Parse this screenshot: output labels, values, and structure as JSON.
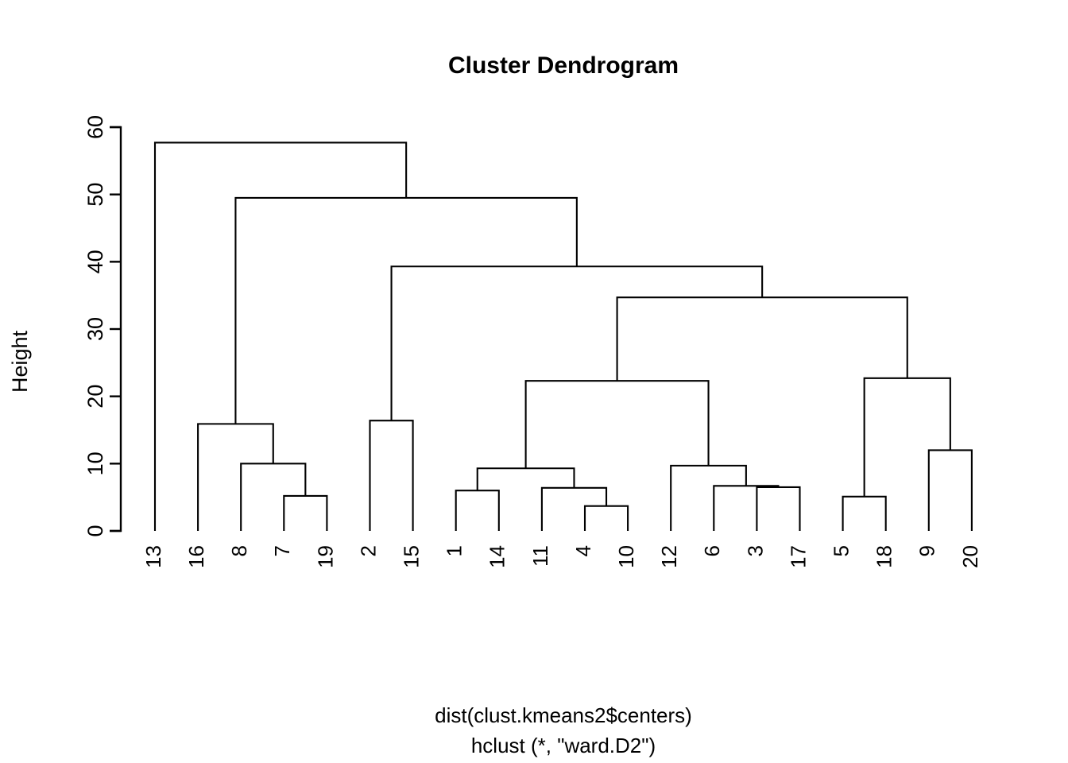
{
  "plot": {
    "title": "Cluster Dendrogram",
    "ylabel": "Height",
    "caption_line1": "dist(clust.kmeans2$centers)",
    "caption_line2": "hclust (*, \"ward.D2\")",
    "line_color": "#000000",
    "background_color": "#ffffff"
  },
  "chart_data": {
    "type": "dendrogram",
    "title": "Cluster Dendrogram",
    "xlabel": "",
    "ylabel": "Height",
    "sub_caption": [
      "dist(clust.kmeans2$centers)",
      "hclust (*, \"ward.D2\")"
    ],
    "method": "ward.D2",
    "distance": "dist(clust.kmeans2$centers)",
    "ylim": [
      0,
      60
    ],
    "yticks": [
      0,
      10,
      20,
      30,
      40,
      50,
      60
    ],
    "ytick_labels": [
      "0",
      "10",
      "20",
      "30",
      "40",
      "50",
      "60"
    ],
    "grid": false,
    "legend": "none",
    "n_leaves": 20,
    "leaf_order": [
      "13",
      "16",
      "8",
      "7",
      "19",
      "2",
      "15",
      "1",
      "14",
      "11",
      "4",
      "10",
      "12",
      "6",
      "3",
      "17",
      "5",
      "18",
      "9",
      "20"
    ],
    "leaf_labels": [
      "13",
      "16",
      "8",
      "7",
      "19",
      "2",
      "15",
      "1",
      "14",
      "11",
      "4",
      "10",
      "12",
      "6",
      "3",
      "17",
      "5",
      "18",
      "9",
      "20"
    ],
    "merges": [
      {
        "id": "m1",
        "left": "7",
        "right": "19",
        "height": 5.2
      },
      {
        "id": "m2",
        "left": "8",
        "right": "m1",
        "height": 10.0
      },
      {
        "id": "m3",
        "left": "16",
        "right": "m2",
        "height": 15.9
      },
      {
        "id": "m4",
        "left": "2",
        "right": "15",
        "height": 16.4
      },
      {
        "id": "m5",
        "left": "1",
        "right": "14",
        "height": 6.0
      },
      {
        "id": "m6",
        "left": "4",
        "right": "10",
        "height": 3.7
      },
      {
        "id": "m7",
        "left": "11",
        "right": "m6",
        "height": 6.4
      },
      {
        "id": "m8",
        "left": "m5",
        "right": "m7",
        "height": 9.3
      },
      {
        "id": "m9",
        "left": "3",
        "right": "17",
        "height": 6.5
      },
      {
        "id": "m10",
        "left": "6",
        "right": "m9",
        "height": 6.7
      },
      {
        "id": "m11",
        "left": "12",
        "right": "m10",
        "height": 9.7
      },
      {
        "id": "m12",
        "left": "m8",
        "right": "m11",
        "height": 22.3
      },
      {
        "id": "m13",
        "left": "5",
        "right": "18",
        "height": 5.1
      },
      {
        "id": "m14",
        "left": "9",
        "right": "20",
        "height": 12.0
      },
      {
        "id": "m15",
        "left": "m13",
        "right": "m14",
        "height": 22.7
      },
      {
        "id": "m16",
        "left": "m12",
        "right": "m15",
        "height": 34.7
      },
      {
        "id": "m17",
        "left": "m4",
        "right": "m16",
        "height": 39.3
      },
      {
        "id": "m18",
        "left": "m3",
        "right": "m17",
        "height": 49.5
      },
      {
        "id": "m19",
        "left": "13",
        "right": "m18",
        "height": 57.7
      }
    ],
    "leaf_heights": {
      "13": 0,
      "16": 0,
      "8": 0,
      "7": 0,
      "19": 0,
      "2": 0,
      "15": 0,
      "1": 0,
      "14": 0,
      "11": 0,
      "4": 0,
      "10": 0,
      "12": 0,
      "6": 0,
      "3": 0,
      "17": 0,
      "5": 0,
      "18": 0,
      "9": 0,
      "20": 0
    }
  }
}
